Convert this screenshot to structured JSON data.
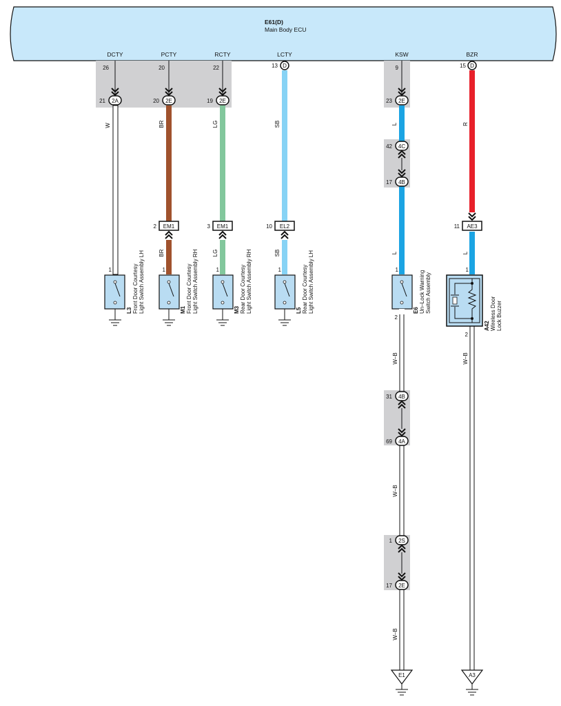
{
  "ecu": {
    "code": "E61(D)",
    "name": "Main Body ECU"
  },
  "terminals": [
    {
      "id": "dcty",
      "label": "DCTY",
      "pin": "26"
    },
    {
      "id": "pcty",
      "label": "PCTY",
      "pin": "20"
    },
    {
      "id": "rcty",
      "label": "RCTY",
      "pin": "22"
    },
    {
      "id": "lcty",
      "label": "LCTY",
      "pin": "13",
      "connector": "D"
    },
    {
      "id": "ksw",
      "label": "KSW",
      "pin": "9"
    },
    {
      "id": "bzr",
      "label": "BZR",
      "pin": "15",
      "connector": "D"
    }
  ],
  "junctions": [
    {
      "id": "dcty-2a",
      "pin": "21",
      "code": "2A"
    },
    {
      "id": "pcty-2e",
      "pin": "20",
      "code": "2E"
    },
    {
      "id": "rcty-2e",
      "pin": "19",
      "code": "2E"
    },
    {
      "id": "ksw-2e",
      "pin": "23",
      "code": "2E"
    },
    {
      "id": "ksw-4c",
      "pin": "42",
      "code": "4C"
    },
    {
      "id": "ksw-4b",
      "pin": "17",
      "code": "4B"
    },
    {
      "id": "e6-4b",
      "pin": "31",
      "code": "4B"
    },
    {
      "id": "e6-4a",
      "pin": "69",
      "code": "4A"
    },
    {
      "id": "e6-2s",
      "pin": "1",
      "code": "2S"
    },
    {
      "id": "e6-2e",
      "pin": "17",
      "code": "2E"
    }
  ],
  "inline_connectors": [
    {
      "id": "em1-a",
      "pin": "2",
      "code": "EM1"
    },
    {
      "id": "em1-b",
      "pin": "3",
      "code": "EM1"
    },
    {
      "id": "el2",
      "pin": "10",
      "code": "EL2"
    },
    {
      "id": "ae3",
      "pin": "11",
      "code": "AE3"
    }
  ],
  "wire_colors": {
    "w": "W",
    "br": "BR",
    "lg": "LG",
    "sb": "SB",
    "l": "L",
    "r": "R",
    "wb": "W–B"
  },
  "colors": {
    "ecu_fill": "#c8e8fa",
    "shade": "#d0d0d2",
    "white": "#ffffff",
    "brown": "#a0522d",
    "light_green": "#82c79c",
    "sky_blue": "#87d3f5",
    "blue": "#1ba4e3",
    "red": "#e8202a",
    "switch_fill": "#b9dcf2"
  },
  "components": [
    {
      "id": "l3",
      "code": "L3",
      "name_line1": "Front Door Courtesy",
      "name_line2": "Light Switch Assembly LH",
      "pin_top": "1"
    },
    {
      "id": "m1",
      "code": "M1",
      "name_line1": "Front Door Courtesy",
      "name_line2": "Light Switch Assembly RH",
      "pin_top": "1"
    },
    {
      "id": "m3",
      "code": "M3",
      "name_line1": "Rear Door Courtesy",
      "name_line2": "Light Switch Assembly RH",
      "pin_top": "1"
    },
    {
      "id": "l5",
      "code": "L5",
      "name_line1": "Rear Door Courtesy",
      "name_line2": "Light Switch Assembly LH",
      "pin_top": "1"
    },
    {
      "id": "e6",
      "code": "E6",
      "name_line1": "Un–Lock Warning",
      "name_line2": "Switch Assembly",
      "pin_top": "1",
      "pin_bottom": "2"
    },
    {
      "id": "a42",
      "code": "A42",
      "name_line1": "Wireless Door",
      "name_line2": "Lock Buzzer",
      "pin_top": "1",
      "pin_bottom": "2"
    }
  ],
  "grounds": [
    {
      "id": "e1",
      "label": "E1"
    },
    {
      "id": "a3",
      "label": "A3"
    }
  ]
}
